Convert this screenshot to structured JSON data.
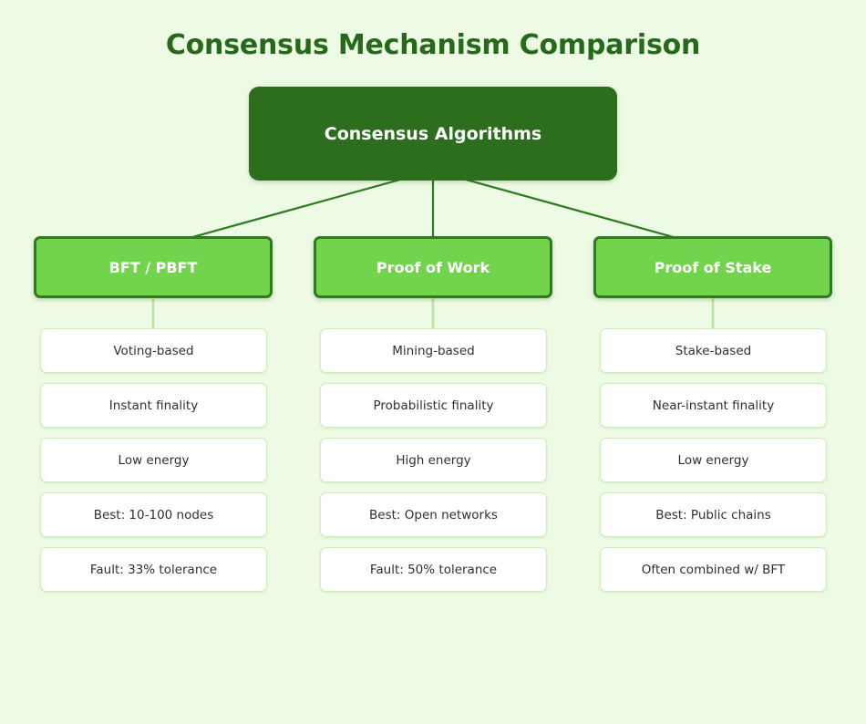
{
  "page": {
    "title": "Consensus Mechanism Comparison",
    "background_color": "#edfae4"
  },
  "colors": {
    "title_text": "#27691c",
    "root_fill": "#2c6e1d",
    "root_text": "#ffffff",
    "branch_fill": "#72d44c",
    "branch_border": "#2e7a1f",
    "branch_text": "#ffffff",
    "leaf_fill": "#ffffff",
    "leaf_border": "#cdeeba",
    "leaf_text": "#2f2f2f",
    "connector_main": "#2e7a1f",
    "connector_leaf": "#b8e6a0"
  },
  "diagram": {
    "type": "tree",
    "root": {
      "label": "Consensus Algorithms"
    },
    "branches": [
      {
        "label": "BFT / PBFT",
        "leaves": [
          "Voting-based",
          "Instant finality",
          "Low energy",
          "Best: 10-100 nodes",
          "Fault: 33% tolerance"
        ]
      },
      {
        "label": "Proof of Work",
        "leaves": [
          "Mining-based",
          "Probabilistic finality",
          "High energy",
          "Best: Open networks",
          "Fault: 50% tolerance"
        ]
      },
      {
        "label": "Proof of Stake",
        "leaves": [
          "Stake-based",
          "Near-instant finality",
          "Low energy",
          "Best: Public chains",
          "Often combined w/ BFT"
        ]
      }
    ]
  }
}
